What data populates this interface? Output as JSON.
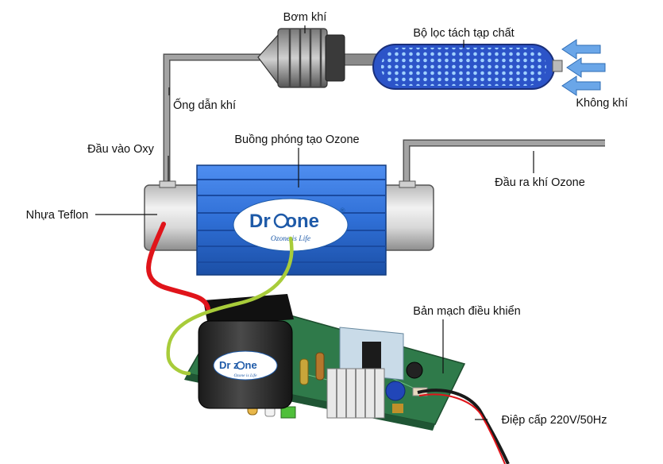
{
  "labels": {
    "pump": "Bơm khí",
    "filter": "Bộ lọc tách tạp chất",
    "air": "Không khí",
    "pipe": "Ống dẫn khí",
    "oxygen_inlet": "Đầu vào Oxy",
    "chamber": "Buồng phóng tạo Ozone",
    "ozone_outlet": "Đầu ra khí Ozone",
    "teflon": "Nhựa Teflon",
    "control_board": "Bản mạch điều khiển",
    "power_supply": "Điệp cấp 220V/50Hz"
  },
  "logo": {
    "brand": "Dr zone",
    "trademark": "®",
    "tagline": "Ozone is Life"
  },
  "colors": {
    "chamber_blue": "#2f6fd6",
    "pipe_gray": "#9c9c9c",
    "filter_blue": "#2c54c8",
    "arrow_blue": "#6aa6e8",
    "pcb_green": "#2f7a4a",
    "wire_red": "#e0141a",
    "wire_green": "#a8cc3a"
  }
}
